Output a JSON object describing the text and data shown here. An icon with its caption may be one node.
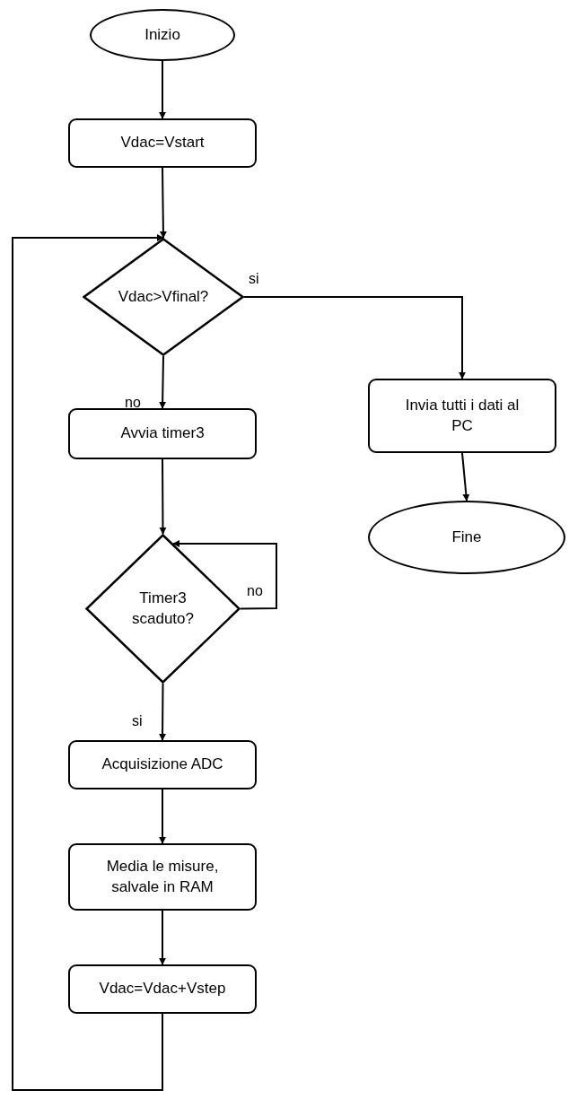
{
  "diagram": {
    "nodes": [
      {
        "text": [
          "Inizio"
        ]
      },
      {
        "text": [
          "Vdac=Vstart"
        ]
      },
      {
        "text": [
          "Vdac>Vfinal?"
        ]
      },
      {
        "text": [
          "Invia tutti i dati al PC"
        ]
      },
      {
        "text": [
          "Avvia timer3"
        ]
      },
      {
        "text": [
          "Timer3 scaduto?"
        ]
      },
      {
        "text": [
          "Acquisizione ADC"
        ]
      },
      {
        "text": [
          "Media le misure, salvale in RAM"
        ]
      },
      {
        "text": [
          "Vdac=Vdac+Vstep"
        ]
      },
      {
        "text": [
          "Fine"
        ]
      }
    ],
    "edges": [
      {
        "from": 0,
        "to": 1,
        "arrow": "to"
      },
      {
        "from": 1,
        "to": 2,
        "arrow": "to"
      },
      {
        "from": 2,
        "to": 3,
        "arrow": "to",
        "label": "si"
      },
      {
        "from": 2,
        "to": 4,
        "arrow": "to",
        "label": "no"
      },
      {
        "from": 4,
        "to": 5,
        "arrow": "to"
      },
      {
        "from": 5,
        "to": 5,
        "arrow": "to",
        "label": "no"
      },
      {
        "from": 5,
        "to": 6,
        "arrow": "to",
        "label": "si"
      },
      {
        "from": 6,
        "to": 7,
        "arrow": "to"
      },
      {
        "from": 7,
        "to": 8,
        "arrow": "to"
      },
      {
        "from": 8,
        "to": 2,
        "arrow": "to"
      },
      {
        "from": 3,
        "to": 9,
        "arrow": "to"
      }
    ]
  }
}
